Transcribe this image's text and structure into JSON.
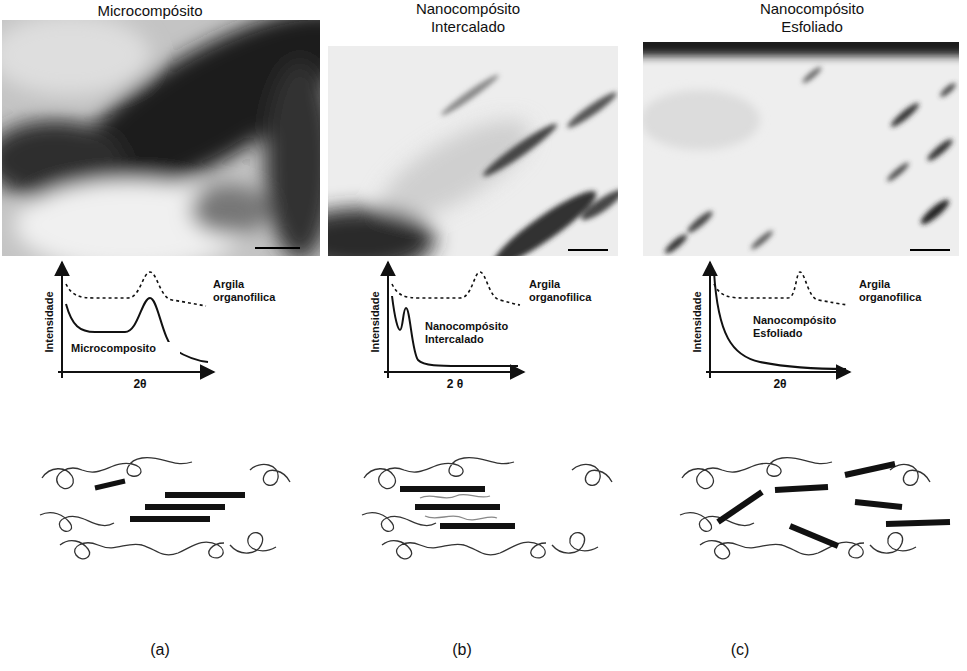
{
  "diagram": {
    "labels": [
      "Microcompósito",
      "Nanocompósito Intercalado",
      "Nanocompósito Esfoliado",
      "Argila organofilica",
      "Microcomposito",
      "Intensidade",
      "2θ",
      "Argila organofilica",
      "Nanocompósito Intercalado",
      "Intensidade",
      "2 θ",
      "Argila organofilica",
      "Nanocompósito Esfoliado",
      "Intensidade",
      "2θ",
      "(a)",
      "(b)",
      "(c)"
    ]
  }
}
